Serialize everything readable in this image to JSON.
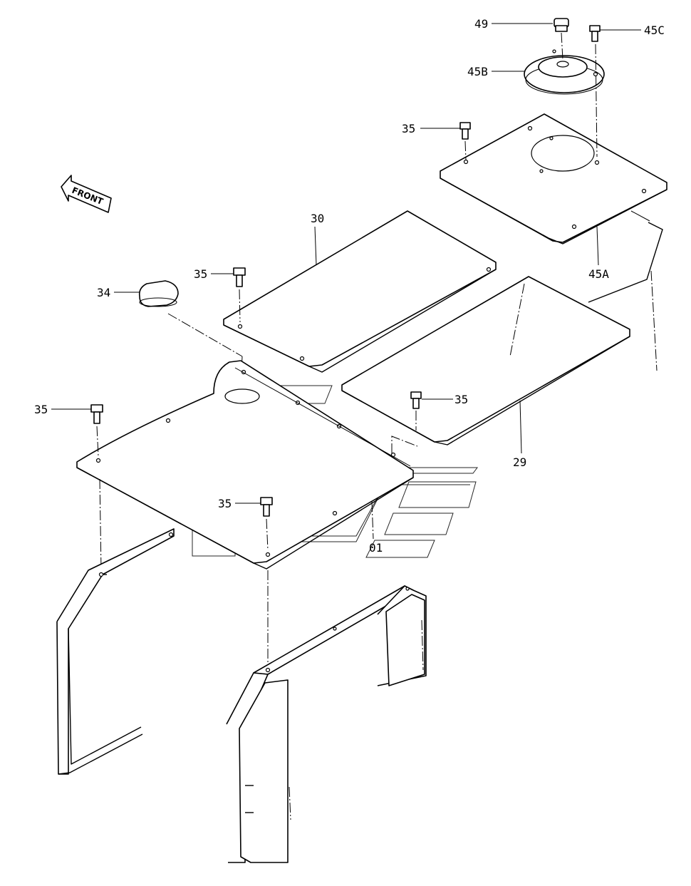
{
  "direction_label": "FRONT",
  "callouts": {
    "c49": "49",
    "c45c": "45C",
    "c45b": "45B",
    "c35_top": "35",
    "c30": "30",
    "c35_mid": "35",
    "c34": "34",
    "c45a": "45A",
    "c35_left": "35",
    "c35_right": "35",
    "c29": "29",
    "c35_bottom": "35",
    "c01": "01"
  }
}
